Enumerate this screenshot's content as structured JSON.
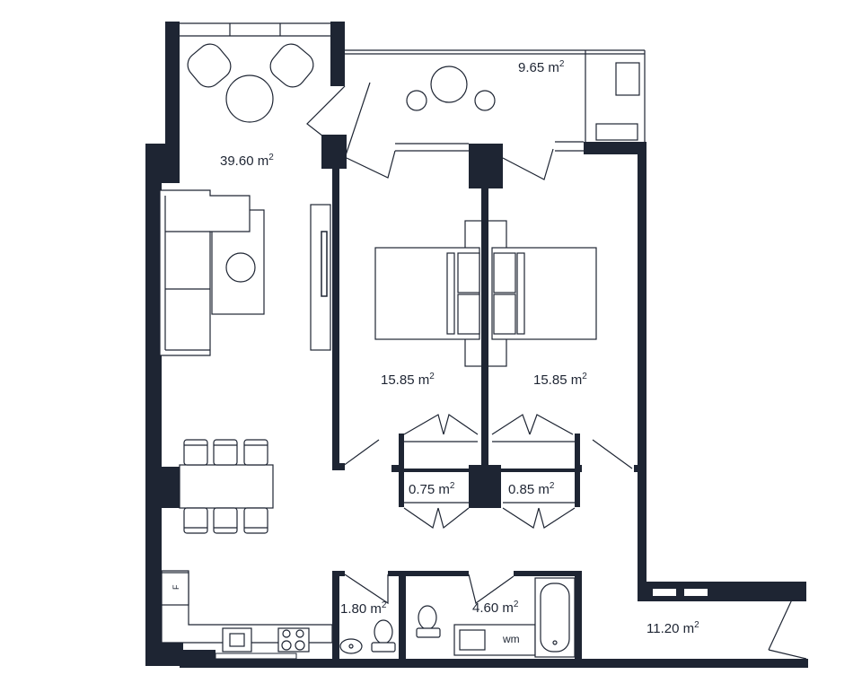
{
  "colors": {
    "wall": "#1e2533",
    "background": "#ffffff"
  },
  "rooms": [
    {
      "id": "living",
      "value": "39.60",
      "unit": "m",
      "power": "2"
    },
    {
      "id": "balcony",
      "value": "9.65",
      "unit": "m",
      "power": "2"
    },
    {
      "id": "bedroom-1",
      "value": "15.85",
      "unit": "m",
      "power": "2"
    },
    {
      "id": "bedroom-2",
      "value": "15.85",
      "unit": "m",
      "power": "2"
    },
    {
      "id": "wardrobe-1",
      "value": "0.75",
      "unit": "m",
      "power": "2"
    },
    {
      "id": "wardrobe-2",
      "value": "0.85",
      "unit": "m",
      "power": "2"
    },
    {
      "id": "wc",
      "value": "1.80",
      "unit": "m",
      "power": "2"
    },
    {
      "id": "bathroom",
      "value": "4.60",
      "unit": "m",
      "power": "2"
    },
    {
      "id": "terrace",
      "value": "11.20",
      "unit": "m",
      "power": "2"
    }
  ],
  "fixtures": {
    "fridge_label": "F",
    "washing_machine_label": "wm"
  }
}
